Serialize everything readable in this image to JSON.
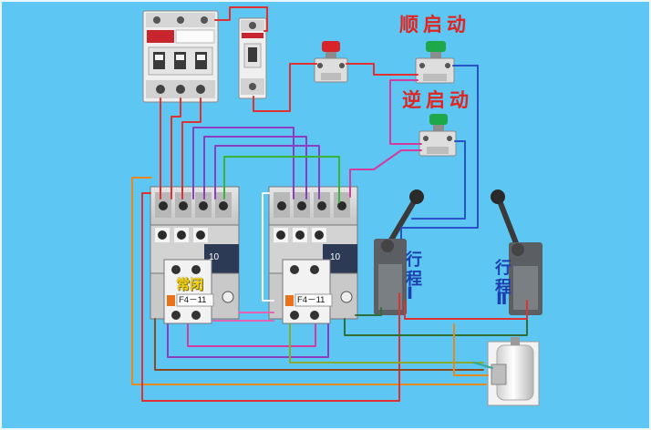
{
  "diagram": {
    "forward_start_label": "顺启动",
    "reverse_start_label": "逆启动",
    "limit_switch_1": {
      "label": "行程",
      "numeral": "Ⅰ"
    },
    "limit_switch_2": {
      "label": "行程",
      "numeral": "Ⅱ"
    },
    "contactor_1": {
      "rating": "10",
      "aux_label": "常闭",
      "aux_model": "F4－11"
    },
    "contactor_2": {
      "rating": "10",
      "aux_model": "F4－11"
    }
  },
  "colors": {
    "background": "#5EC6F2",
    "label_red": "#E0241F",
    "label_blue": "#1C3FAE",
    "aux_label_yellow": "#F2D21A",
    "stop_button": "#D8232A",
    "start_button": "#1FA84A"
  }
}
